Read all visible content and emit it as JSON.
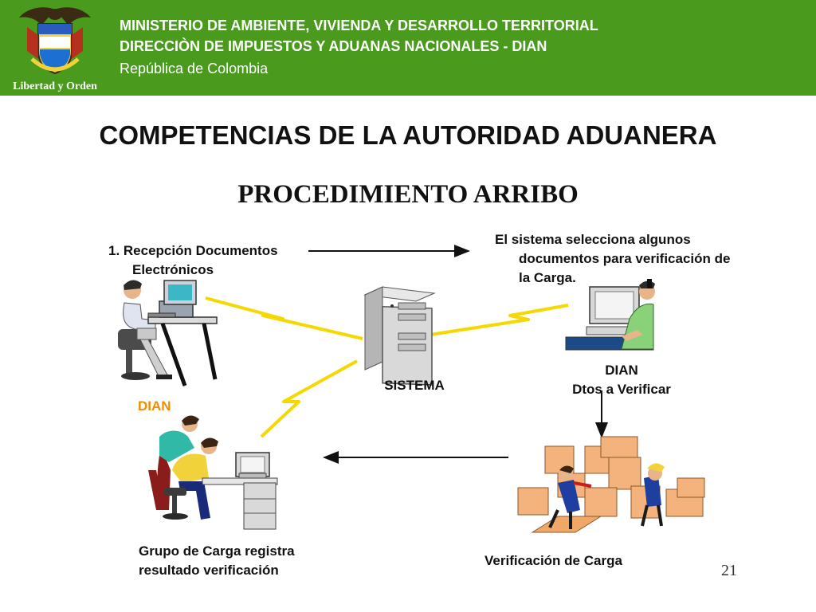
{
  "header": {
    "line1": "MINISTERIO DE AMBIENTE, VIVIENDA Y DESARROLLO TERRITORIAL",
    "line2": "DIRECCIÒN DE IMPUESTOS Y ADUANAS NACIONALES - DIAN",
    "line3": "República de Colombia",
    "emblem_motto": "Libertad y Orden"
  },
  "title": "COMPETENCIAS DE LA AUTORIDAD ADUANERA",
  "subtitle": "PROCEDIMIENTO ARRIBO",
  "labels": {
    "recepcion": "1. Recepción Documentos Electrónicos",
    "sistema_selecciona": "El sistema selecciona algunos documentos para verificación de la Carga.",
    "sistema": "SISTEMA",
    "dian": "DIAN",
    "dtos_verificar": "Dtos a Verificar",
    "dian_orange": "DIAN",
    "grupo_carga": "Grupo de Carga registra resultado verificación",
    "verificacion_carga": "Verificación de Carga"
  },
  "page_number": "21",
  "colors": {
    "header_bg": "#4a9a1e",
    "lightning": "#f5d800",
    "dian_orange": "#f08c00",
    "text": "#111111"
  },
  "icons": [
    "coat-of-arms-icon",
    "computer-operator-icon",
    "server-tower-icon",
    "inspector-at-computer-icon",
    "workers-at-desk-icon",
    "cargo-boxes-icon"
  ]
}
